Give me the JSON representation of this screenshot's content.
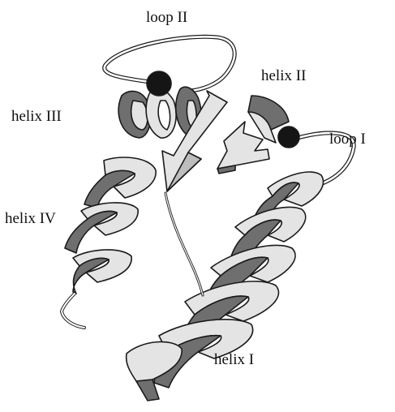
{
  "labels": {
    "loop_ii": "loop II",
    "helix_ii": "helix II",
    "helix_iii": "helix III",
    "loop_i": "loop I",
    "helix_iv": "helix IV",
    "helix_i": "helix I"
  },
  "colors": {
    "ribbon_light": "#e4e4e4",
    "ribbon_dark": "#6f6f6f",
    "outline": "#1a1a1a",
    "site": "#151515"
  }
}
